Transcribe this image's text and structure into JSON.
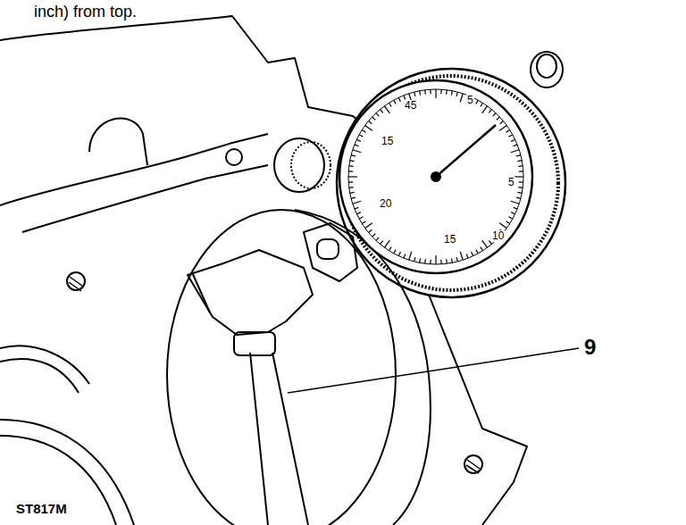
{
  "diagram": {
    "labels": [
      "inch) from top.",
      "45",
      "5",
      "15",
      "5",
      "20",
      "15",
      "10",
      "9",
      "ST817M"
    ]
  }
}
